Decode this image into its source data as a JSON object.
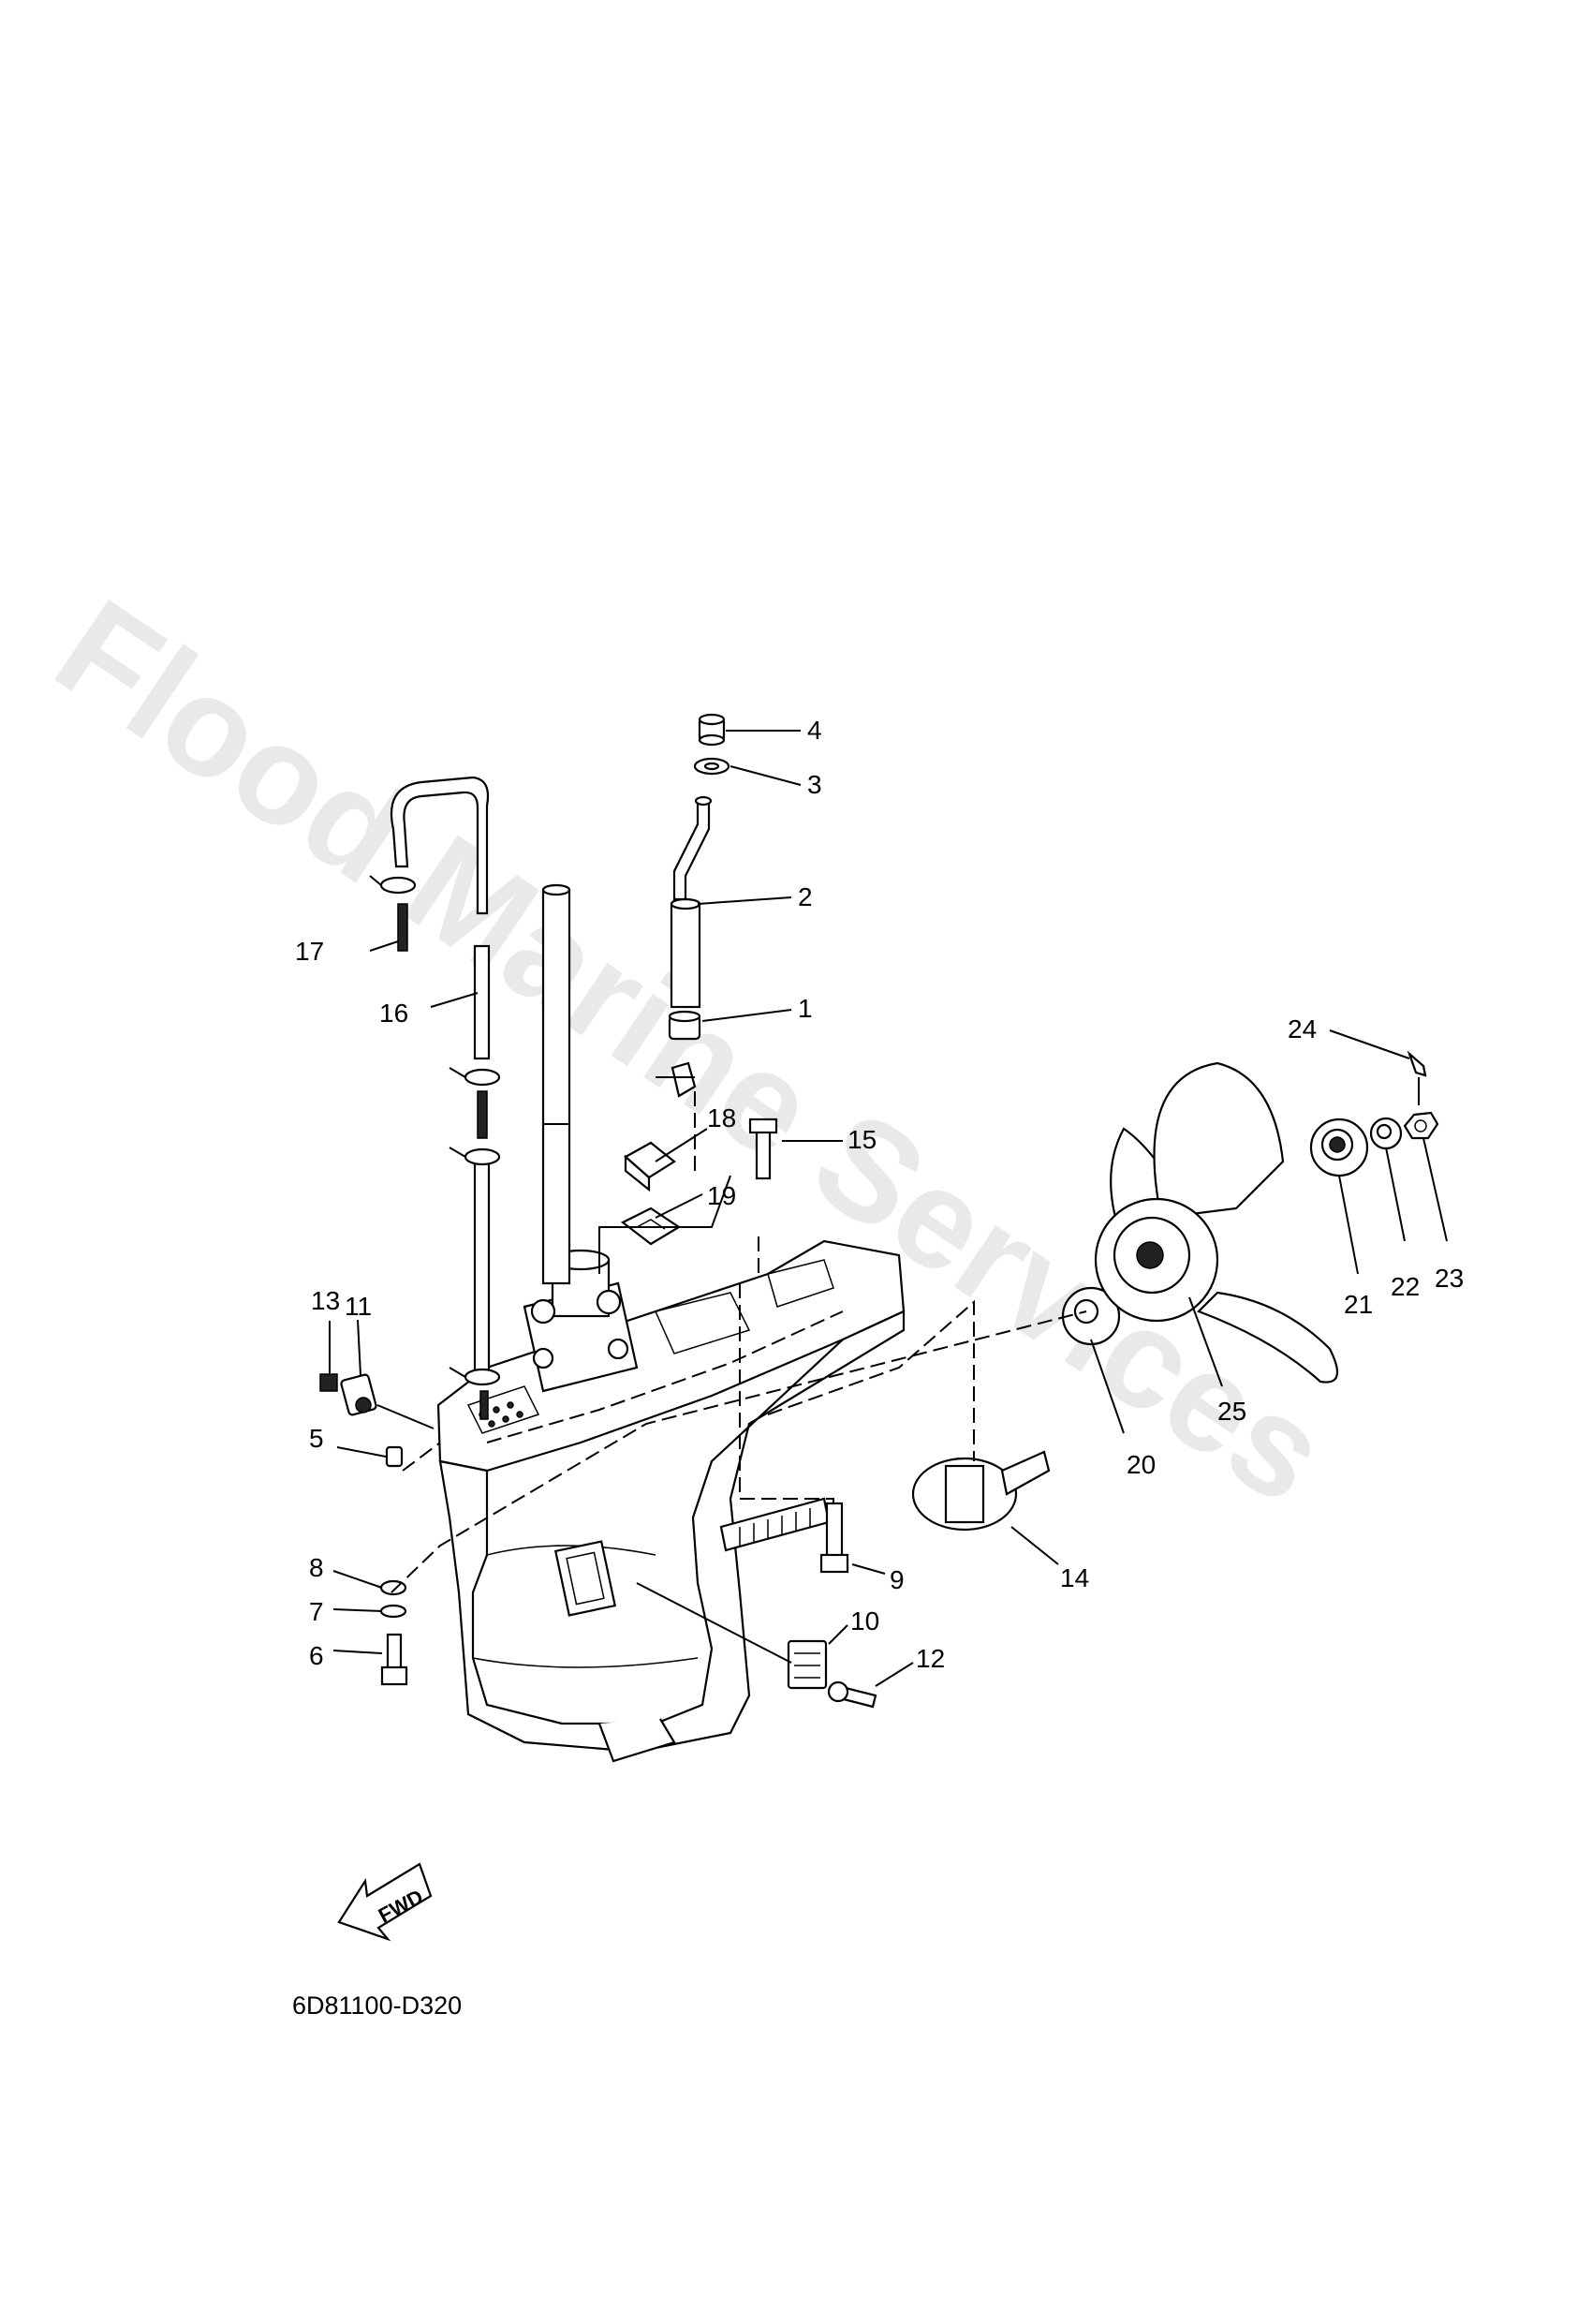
{
  "watermark": "Flood Marine Services",
  "diagram_code": "6D81100-D320",
  "fwd_label": "FWD",
  "callouts": [
    "1",
    "2",
    "3",
    "4",
    "5",
    "6",
    "7",
    "8",
    "9",
    "10",
    "11",
    "12",
    "13",
    "14",
    "15",
    "16",
    "17",
    "18",
    "19",
    "20",
    "21",
    "22",
    "23",
    "24",
    "25"
  ]
}
